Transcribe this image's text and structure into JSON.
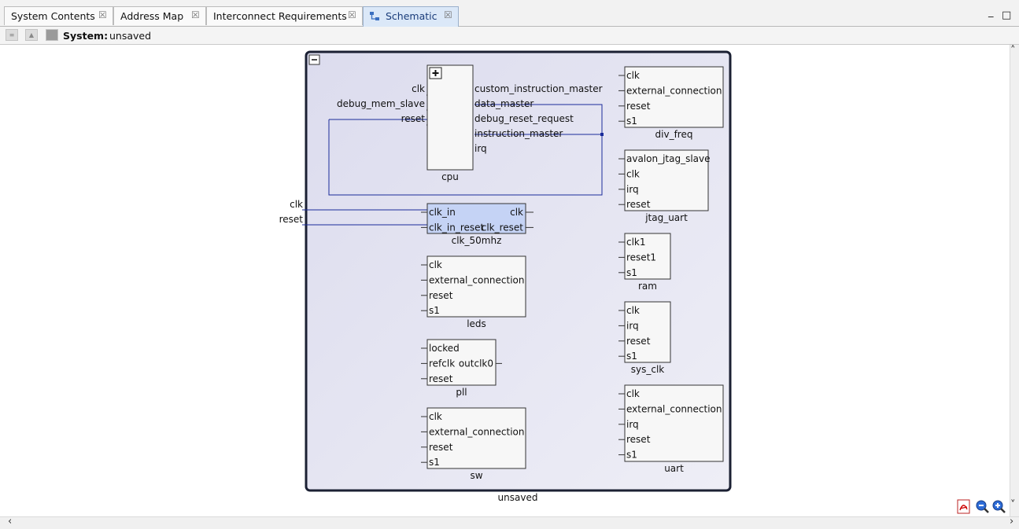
{
  "tabs": [
    {
      "label": "System Contents",
      "active": false
    },
    {
      "label": "Address Map",
      "active": false
    },
    {
      "label": "Interconnect Requirements",
      "active": false
    },
    {
      "label": "Schematic",
      "active": true
    }
  ],
  "tab_close_glyph": "☒",
  "window_controls": {
    "minimize": "_",
    "maximize": "□"
  },
  "toolbar": {
    "system_label": "System:",
    "system_name": "unsaved"
  },
  "schematic": {
    "system_name": "unsaved",
    "external_ports": [
      "clk",
      "reset"
    ],
    "components": [
      {
        "name": "cpu",
        "left_ports": [
          "clk",
          "debug_mem_slave",
          "reset"
        ],
        "right_ports": [
          "custom_instruction_master",
          "data_master",
          "debug_reset_request",
          "instruction_master",
          "irq"
        ]
      },
      {
        "name": "clk_50mhz",
        "left_ports": [
          "clk_in",
          "clk_in_reset"
        ],
        "right_ports": [
          "clk",
          "clk_reset"
        ]
      },
      {
        "name": "leds",
        "left_ports": [
          "clk",
          "external_connection",
          "reset",
          "s1"
        ],
        "right_ports": []
      },
      {
        "name": "pll",
        "left_ports": [
          "locked",
          "refclk",
          "reset"
        ],
        "right_ports": [
          "outclk0"
        ]
      },
      {
        "name": "sw",
        "left_ports": [
          "clk",
          "external_connection",
          "reset",
          "s1"
        ],
        "right_ports": []
      },
      {
        "name": "div_freq",
        "left_ports": [
          "clk",
          "external_connection",
          "reset",
          "s1"
        ],
        "right_ports": []
      },
      {
        "name": "jtag_uart",
        "left_ports": [
          "avalon_jtag_slave",
          "clk",
          "irq",
          "reset"
        ],
        "right_ports": []
      },
      {
        "name": "ram",
        "left_ports": [
          "clk1",
          "reset1",
          "s1"
        ],
        "right_ports": []
      },
      {
        "name": "sys_clk",
        "left_ports": [
          "clk",
          "irq",
          "reset",
          "s1"
        ],
        "right_ports": []
      },
      {
        "name": "uart",
        "left_ports": [
          "clk",
          "external_connection",
          "irq",
          "reset",
          "s1"
        ],
        "right_ports": []
      }
    ]
  },
  "colors": {
    "selected_fill": "#c5d3f5",
    "wire": "#1a2b9a",
    "group_fill": "#e4e4f2",
    "group_border": "#1b2033"
  }
}
